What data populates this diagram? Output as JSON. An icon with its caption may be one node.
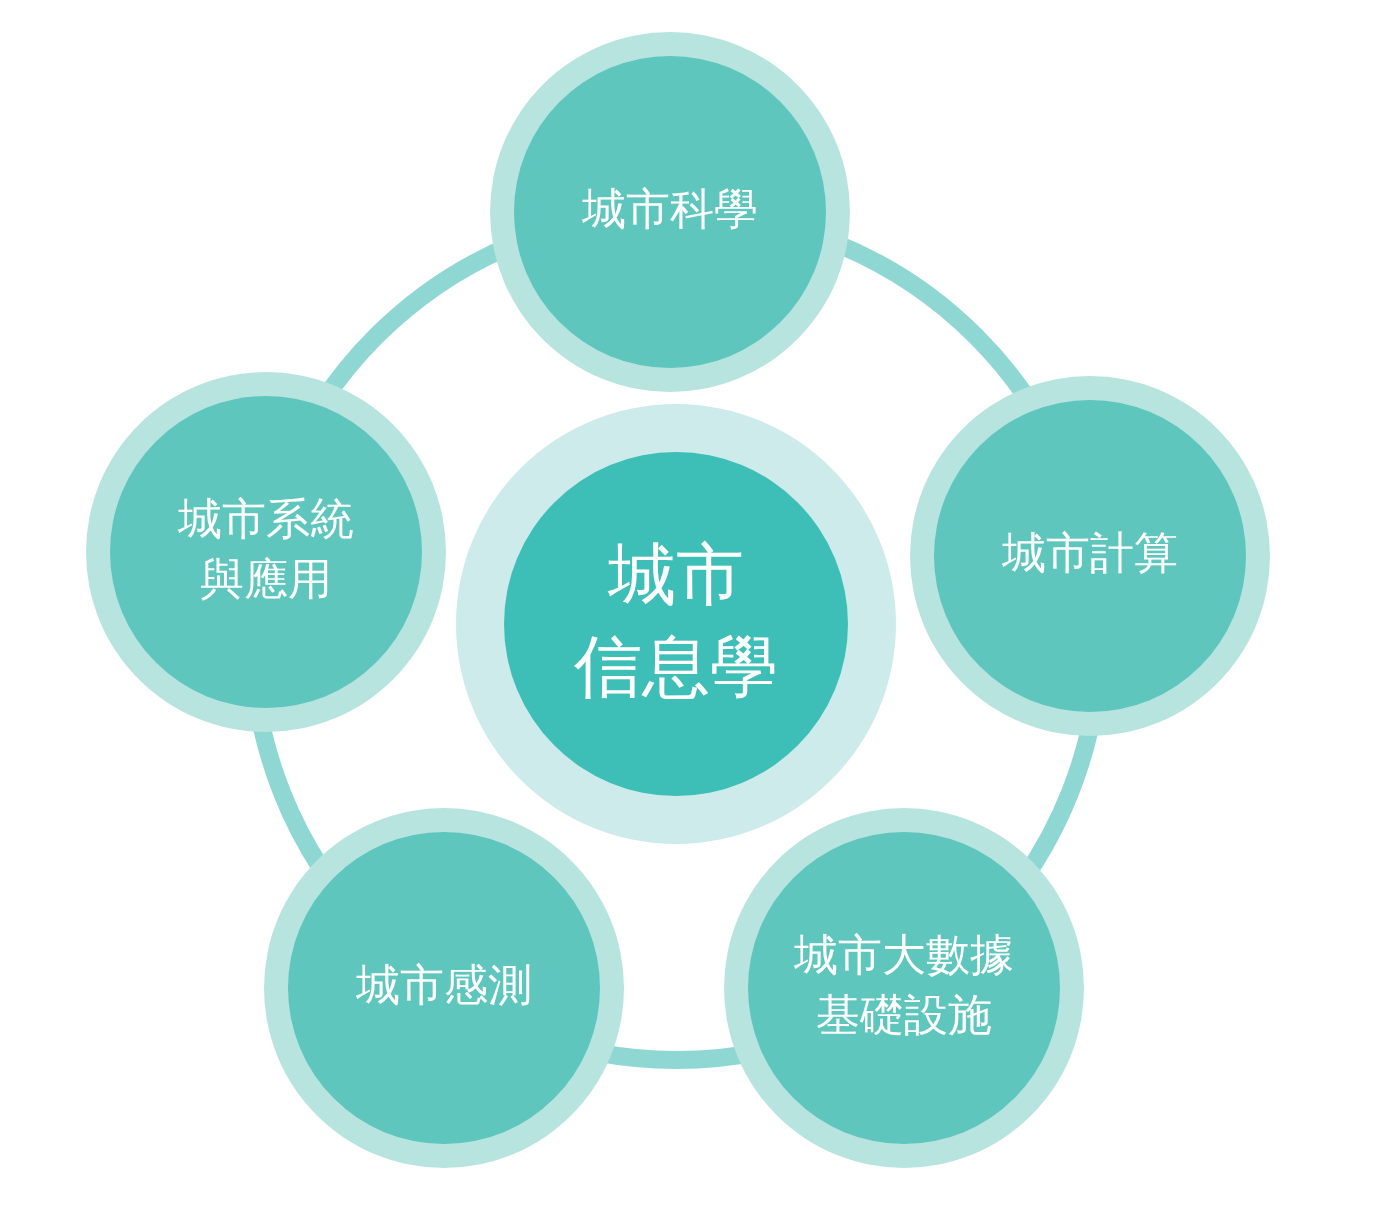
{
  "diagram": {
    "nodes": [
      {
        "text": [
          "城市科學"
        ]
      },
      {
        "text": [
          "城市系統與應用"
        ]
      },
      {
        "text": [
          "城市信息學"
        ]
      },
      {
        "text": [
          "城市計算"
        ]
      },
      {
        "text": [
          "城市感測"
        ]
      },
      {
        "text": [
          "城市大數據基礎設施"
        ]
      }
    ]
  }
}
